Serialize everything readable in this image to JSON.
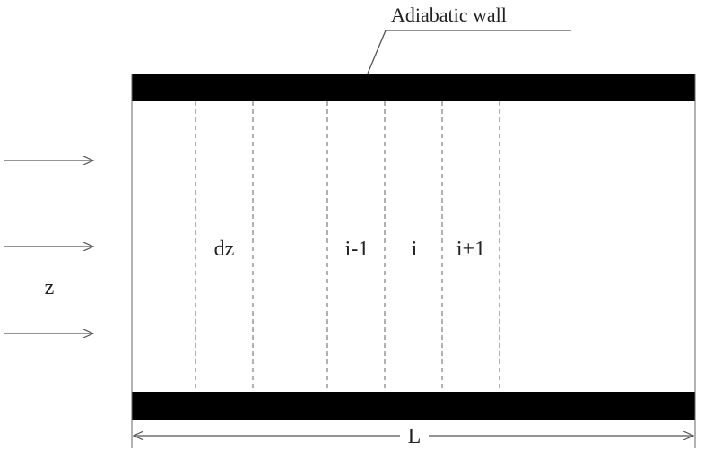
{
  "diagram": {
    "wall_label": "Adiabatic wall",
    "cell_labels": {
      "dz": "dz",
      "prev": "i-1",
      "current": "i",
      "next": "i+1"
    },
    "flow_label": "z",
    "length_label": "L"
  },
  "colors": {
    "wall": "#000000",
    "line": "#555555",
    "text": "#222222",
    "background": "#ffffff"
  }
}
